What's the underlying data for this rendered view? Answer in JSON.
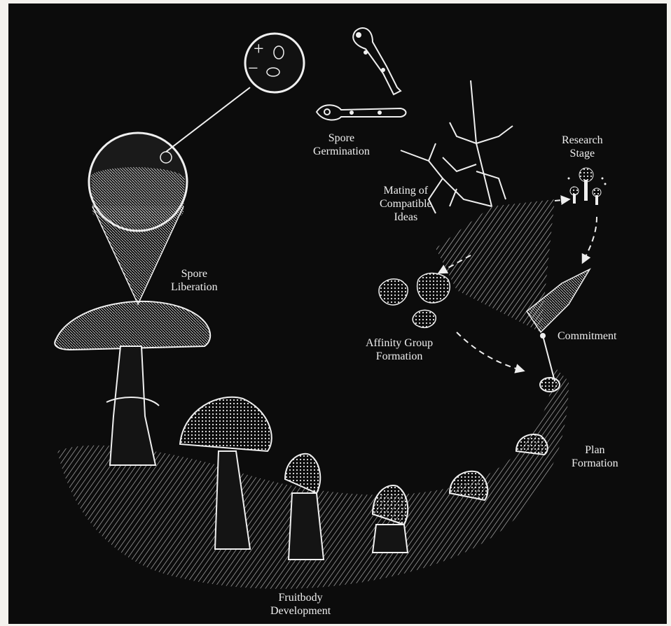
{
  "diagram": {
    "labels": {
      "spore_germination": [
        "Spore",
        "Germination"
      ],
      "mating": [
        "Mating of",
        "Compatible",
        "Ideas"
      ],
      "research_stage": [
        "Research",
        "Stage"
      ],
      "spore_liberation": [
        "Spore",
        "Liberation"
      ],
      "affinity_group": [
        "Affinity Group",
        "Formation"
      ],
      "commitment": [
        "Commitment"
      ],
      "plan_formation": [
        "Plan",
        "Formation"
      ],
      "fruitbody_development": [
        "Fruitbody",
        "Development"
      ]
    },
    "spore_symbols": {
      "plus": "+",
      "minus": "−"
    },
    "colors": {
      "background": "#0c0c0c",
      "ink": "#efefef",
      "page": "#f4f2ee"
    }
  }
}
